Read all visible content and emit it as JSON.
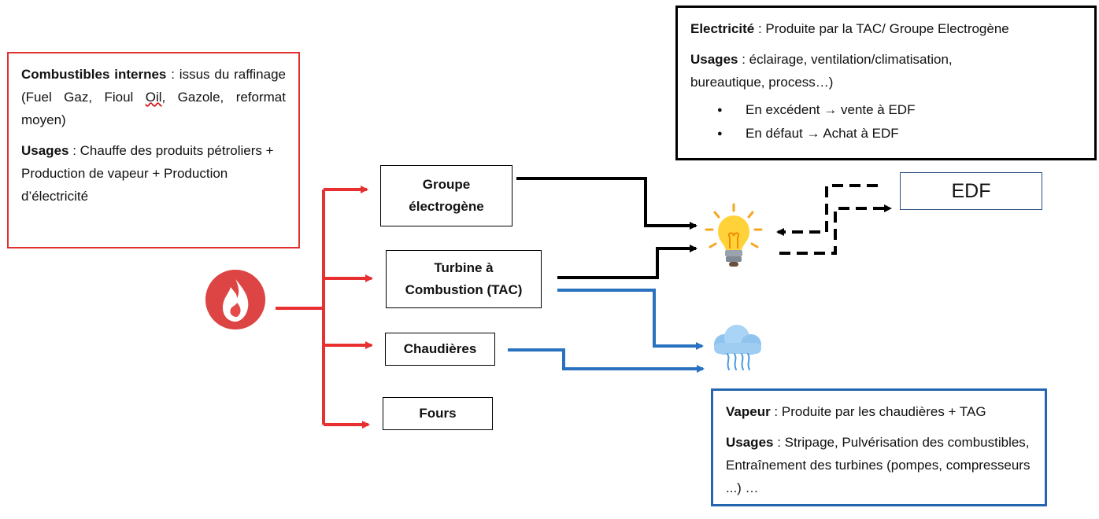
{
  "fuels_box": {
    "title": "Combustibles internes",
    "text_1": " : issus du raffinage (Fuel Gaz, Fioul ",
    "misspelled_word": "Oil",
    "text_2": ", Gazole, reformat moyen)",
    "usages_label": "Usages",
    "usages_text": " : Chauffe des produits pétroliers + Production de vapeur + Production d’électricité"
  },
  "electricity_box": {
    "title": "Electricité",
    "text": " : Produite par la TAC/ Groupe Electrogène",
    "usages_label": "Usages",
    "usages_text": " : éclairage, ventilation/climatisation, bureautique, process…)",
    "bullets": [
      {
        "lead": "En excédent",
        "arrow": "→",
        "rest": "vente à EDF"
      },
      {
        "lead": "En défaut",
        "arrow": "→",
        "rest": "Achat à EDF"
      }
    ]
  },
  "steam_box": {
    "title": "Vapeur",
    "text": " : Produite par les chaudières + TAG",
    "usages_label": "Usages",
    "usages_text": " : Stripage, Pulvérisation des combustibles, Entraînement des turbines (pompes, compresseurs ...) …"
  },
  "nodes": {
    "groupe": {
      "line1": "Groupe",
      "line2": "électrogène"
    },
    "tac": {
      "line1": "Turbine à",
      "line2": "Combustion (TAC)"
    },
    "chaudieres": "Chaudières",
    "fours": "Fours",
    "edf": "EDF"
  },
  "icons": {
    "source": "flame-icon",
    "electricity": "lightbulb-icon",
    "steam": "steam-cloud-icon"
  },
  "colors": {
    "fuel_flow": "#e83030",
    "electricity_flow": "#000000",
    "steam_flow": "#2a72c0",
    "fuels_border": "#e03030",
    "steam_border": "#2466b0",
    "edf_border": "#2a4f7a"
  }
}
